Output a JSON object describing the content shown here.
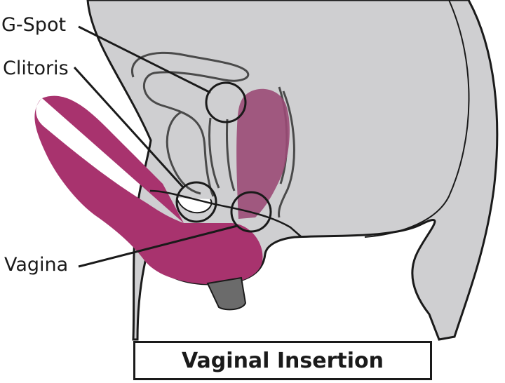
{
  "labels": {
    "g_spot": "G-Spot",
    "clitoris": "Clitoris",
    "vagina": "Vagina"
  },
  "title": "Vaginal Insertion",
  "colors": {
    "body": "#cfcfd1",
    "outline": "#1a1a1a",
    "organ_outline": "#4a4a4a",
    "device": "#a8336e",
    "device_inner": "#9a4a75",
    "motor": "#6b6b6b"
  }
}
